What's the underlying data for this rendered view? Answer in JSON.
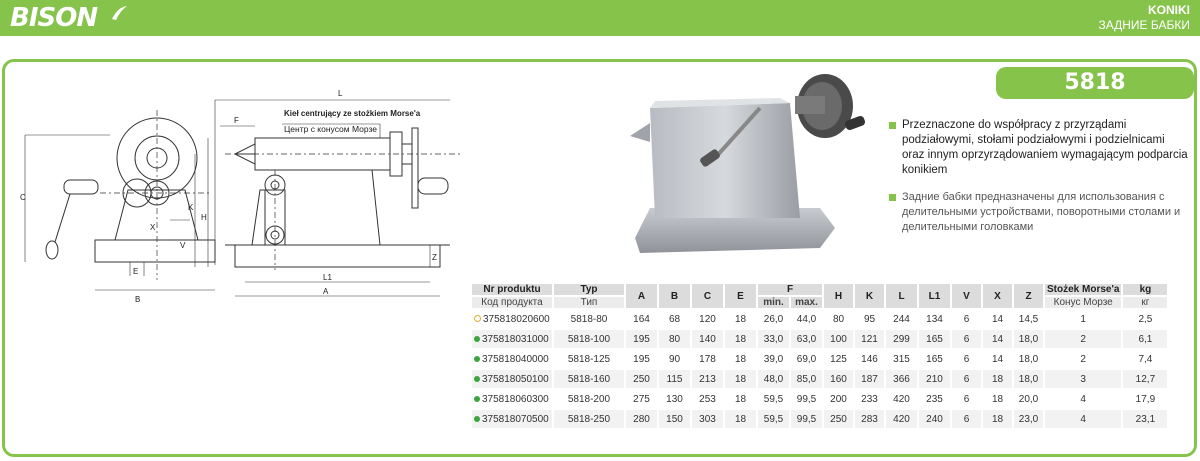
{
  "header": {
    "logo": "BISON",
    "title": "KONIKI",
    "subtitle": "ЗАДНИЕ БАБКИ"
  },
  "model": "5818",
  "drawing": {
    "callout_pl": "Kieł centrujący ze stożkiem Morse'a",
    "callout_ru": "Центр с конусом Морзе",
    "dims": [
      "L",
      "F",
      "C",
      "K",
      "H",
      "X",
      "V",
      "E",
      "B",
      "L1",
      "A",
      "Z"
    ]
  },
  "description": [
    {
      "text": "Przeznaczone do współpracy z przyrządami podziałowymi, stołami podziałowymi i podzielnicami oraz innym oprzyrządowaniem wymagającym podparcia konikiem",
      "lang": "pl"
    },
    {
      "text": "Задние бабки предназначены для использования с делительными устройствами, поворотными столами и делительными головками",
      "lang": "ru"
    }
  ],
  "table": {
    "headers": {
      "code_pl": "Nr produktu",
      "code_ru": "Код продукта",
      "type_pl": "Typ",
      "type_ru": "Тип",
      "A": "A",
      "B": "B",
      "C": "C",
      "E": "E",
      "F": "F",
      "F_min": "min.",
      "F_max": "max.",
      "H": "H",
      "K": "K",
      "L": "L",
      "L1": "L1",
      "V": "V",
      "X": "X",
      "Z": "Z",
      "morse_pl": "Stożek Morse'a",
      "morse_ru": "Конус Морзе",
      "kg_pl": "kg",
      "kg_ru": "кг"
    },
    "rows": [
      {
        "marker": "ring",
        "code": "375818020600",
        "type": "5818-80",
        "A": "164",
        "B": "68",
        "C": "120",
        "E": "18",
        "Fmin": "26,0",
        "Fmax": "44,0",
        "H": "80",
        "K": "95",
        "L": "244",
        "L1": "134",
        "V": "6",
        "X": "14",
        "Z": "14,5",
        "morse": "1",
        "kg": "2,5"
      },
      {
        "marker": "green",
        "code": "375818031000",
        "type": "5818-100",
        "A": "195",
        "B": "80",
        "C": "140",
        "E": "18",
        "Fmin": "33,0",
        "Fmax": "63,0",
        "H": "100",
        "K": "121",
        "L": "299",
        "L1": "165",
        "V": "6",
        "X": "14",
        "Z": "18,0",
        "morse": "2",
        "kg": "6,1"
      },
      {
        "marker": "green",
        "code": "375818040000",
        "type": "5818-125",
        "A": "195",
        "B": "90",
        "C": "178",
        "E": "18",
        "Fmin": "39,0",
        "Fmax": "69,0",
        "H": "125",
        "K": "146",
        "L": "315",
        "L1": "165",
        "V": "6",
        "X": "14",
        "Z": "18,0",
        "morse": "2",
        "kg": "7,4"
      },
      {
        "marker": "green",
        "code": "375818050100",
        "type": "5818-160",
        "A": "250",
        "B": "115",
        "C": "213",
        "E": "18",
        "Fmin": "48,0",
        "Fmax": "85,0",
        "H": "160",
        "K": "187",
        "L": "366",
        "L1": "210",
        "V": "6",
        "X": "18",
        "Z": "18,0",
        "morse": "3",
        "kg": "12,7"
      },
      {
        "marker": "green",
        "code": "375818060300",
        "type": "5818-200",
        "A": "275",
        "B": "130",
        "C": "253",
        "E": "18",
        "Fmin": "59,5",
        "Fmax": "99,5",
        "H": "200",
        "K": "233",
        "L": "420",
        "L1": "235",
        "V": "6",
        "X": "18",
        "Z": "20,0",
        "morse": "4",
        "kg": "17,9"
      },
      {
        "marker": "green",
        "code": "375818070500",
        "type": "5818-250",
        "A": "280",
        "B": "150",
        "C": "303",
        "E": "18",
        "Fmin": "59,5",
        "Fmax": "99,5",
        "H": "250",
        "K": "283",
        "L": "420",
        "L1": "240",
        "V": "6",
        "X": "18",
        "Z": "23,0",
        "morse": "4",
        "kg": "23,1"
      }
    ]
  },
  "colors": {
    "accent": "#86c34b",
    "header_cell": "#dcdcdc",
    "dot_green": "#3aa53a",
    "dot_ring": "#e0b030"
  }
}
